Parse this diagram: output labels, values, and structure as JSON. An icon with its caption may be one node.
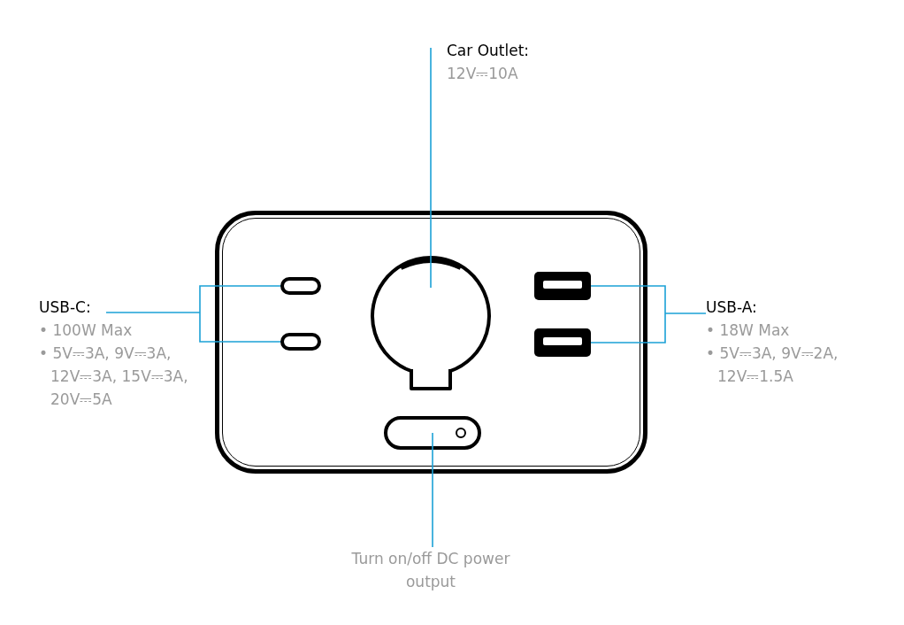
{
  "diagram": {
    "nodes": [
      {
        "text": [],
        "shape": "box"
      },
      {
        "text": [
          "Car Outlet:",
          "12V⎓10A"
        ]
      },
      {
        "text": [],
        "shape": "circle",
        "in": 0
      },
      {
        "text": [
          "USB-C:",
          "• 100W Max",
          "• 5V⎓3A, 9V⎓3A, 12V⎓3A, 15V⎓3A, 20V⎓5A"
        ]
      },
      {
        "text": [],
        "shape": "box",
        "in": 0
      },
      {
        "text": [],
        "shape": "box",
        "in": 0
      },
      {
        "text": [],
        "shape": "box",
        "in": 0
      },
      {
        "text": [],
        "shape": "box",
        "in": 0
      },
      {
        "text": [
          "USB-A:",
          "• 18W Max",
          "• 5V⎓3A, 9V⎓2A, 12V⎓1.5A"
        ]
      },
      {
        "text": [],
        "shape": "box",
        "in": 0
      },
      {
        "text": [
          "Turn on/off DC power output"
        ]
      }
    ],
    "edges": [
      {
        "from": 1,
        "to": 2,
        "arrow": "none"
      },
      {
        "from": 3,
        "to": 4,
        "arrow": "none"
      },
      {
        "from": 3,
        "to": 5,
        "arrow": "none"
      },
      {
        "from": 8,
        "to": 6,
        "arrow": "none"
      },
      {
        "from": 8,
        "to": 7,
        "arrow": "none"
      },
      {
        "from": 10,
        "to": 9,
        "arrow": "none"
      }
    ]
  }
}
